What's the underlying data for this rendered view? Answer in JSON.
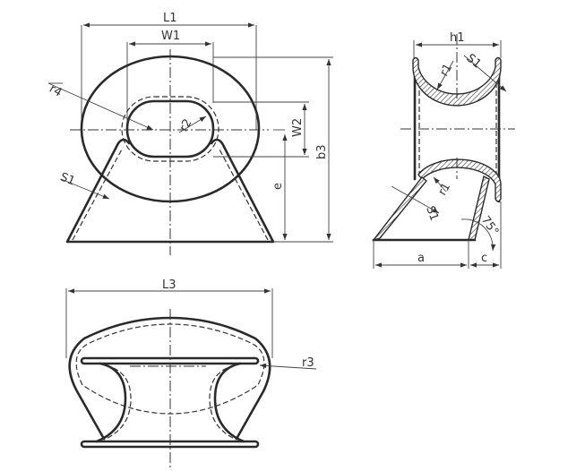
{
  "drawing": {
    "title": "Panama chock technical drawing",
    "views": {
      "front": {
        "labels": {
          "L1": "L1",
          "W1": "W1",
          "W2": "W2",
          "b3": "b3",
          "e": "e",
          "r4": "r4",
          "r2": "r2",
          "S1": "S1"
        }
      },
      "side": {
        "labels": {
          "h1": "h1",
          "r1_top": "r1",
          "S1_top": "S1",
          "r1_bottom": "r1",
          "S1_bottom": "S1",
          "angle": "75°",
          "a": "a",
          "c": "c"
        }
      },
      "top": {
        "labels": {
          "L3": "L3",
          "r3": "r3"
        }
      }
    }
  }
}
